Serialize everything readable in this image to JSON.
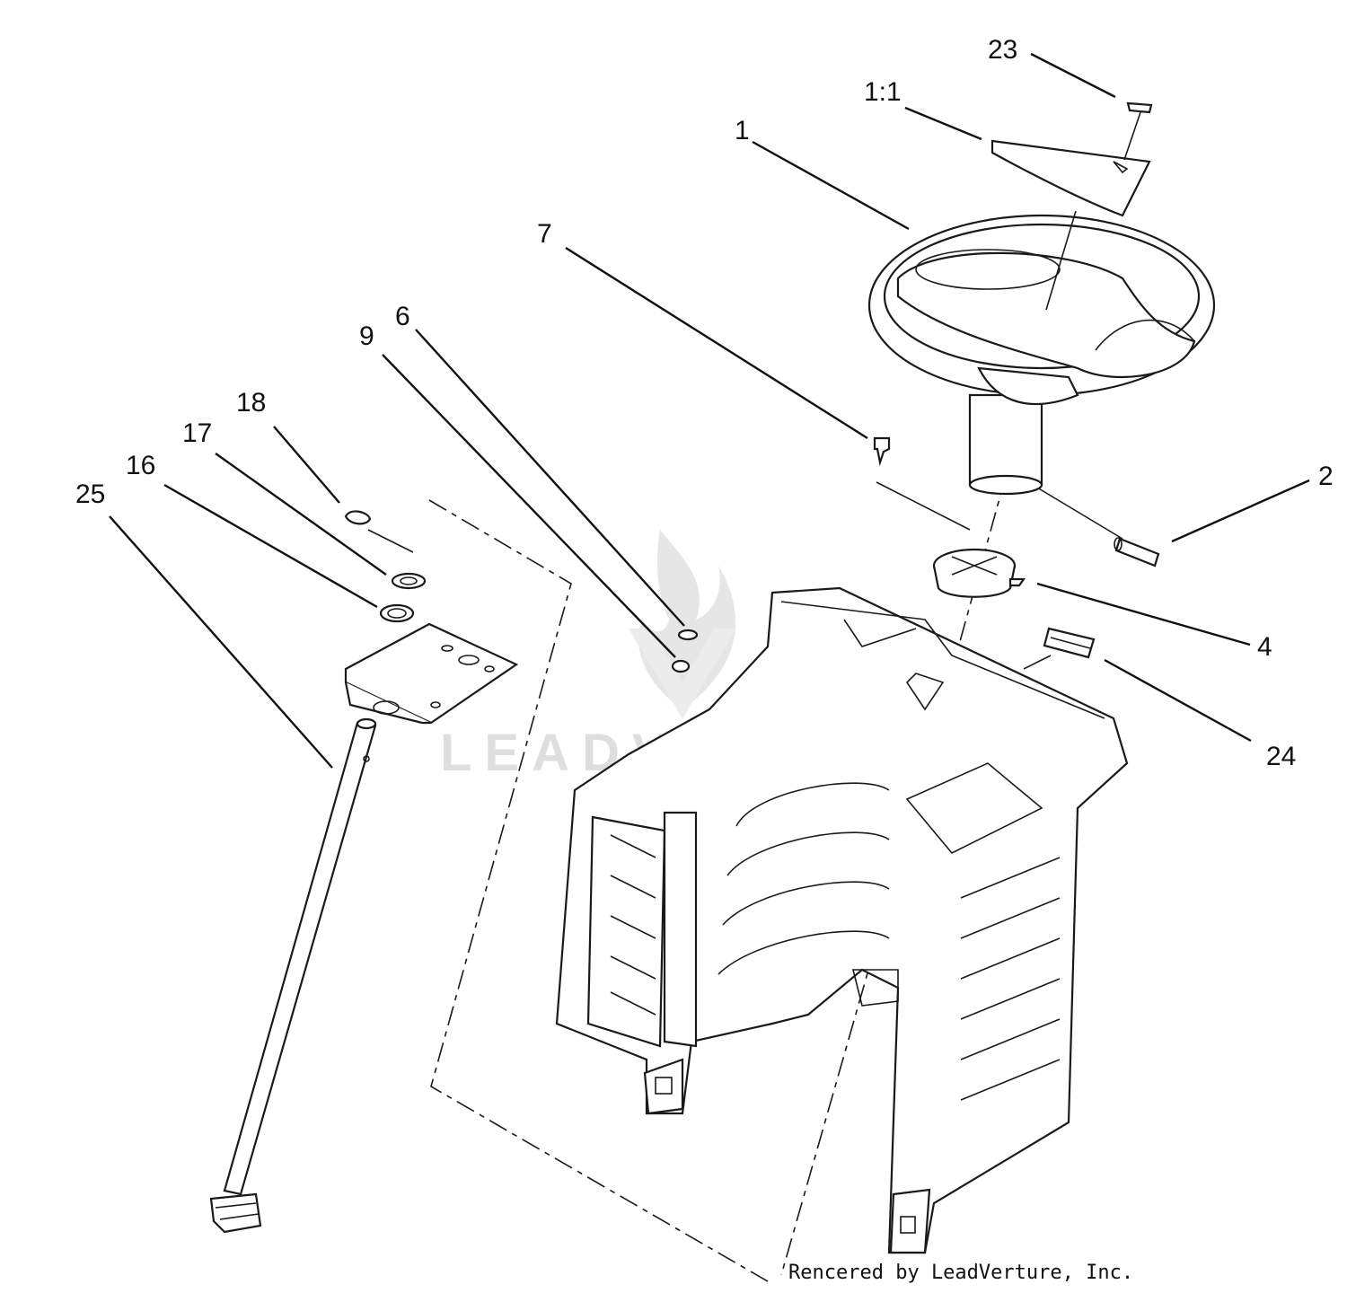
{
  "diagram": {
    "callouts": {
      "c23": "23",
      "c1_1": "1:1",
      "c1": "1",
      "c7": "7",
      "c6": "6",
      "c9": "9",
      "c18": "18",
      "c17": "17",
      "c16": "16",
      "c25": "25",
      "c2": "2",
      "c4": "4",
      "c24": "24"
    },
    "watermark": "LEADVENTURE",
    "credit": "Rencered by LeadVerture, Inc."
  }
}
